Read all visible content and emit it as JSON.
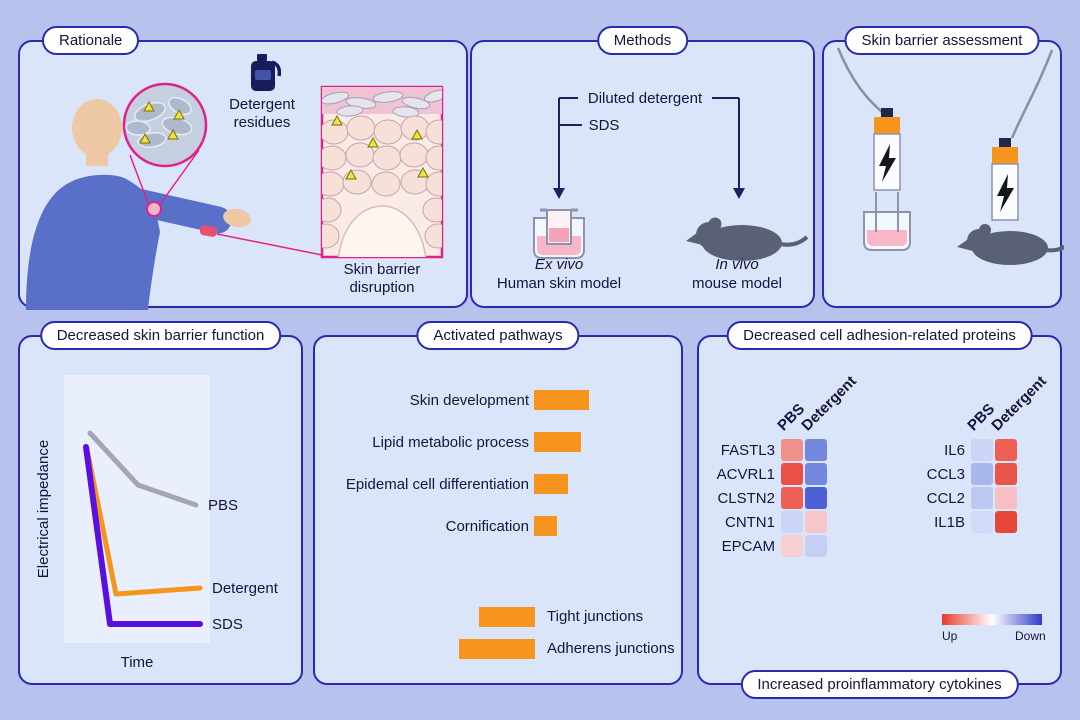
{
  "colors": {
    "background": "#b7c3ec",
    "panel_bg": "#dbe5fa",
    "panel_border": "#2a2aae",
    "accent_orange": "#f7941e",
    "accent_pink": "#e0218a",
    "line_pbs": "#a6a6b2",
    "line_detergent": "#f7941e",
    "line_sds": "#5a0ee0",
    "scale_red": "#e83a2e",
    "scale_blue": "#2f3bc8"
  },
  "icons": {
    "detergent_bottle": "bottle-silhouette",
    "mouse": "mouse-silhouette",
    "transwell_dish": "dish-with-pink-medium",
    "impedance_probe": "probe-with-lightning-bolt",
    "lightning_bolt": "bolt-glyph",
    "arrow_down": "triangle-arrowhead"
  },
  "rationale": {
    "title": "Rationale",
    "detergent_residues_line1": "Detergent",
    "detergent_residues_line2": "residues",
    "disruption_line1": "Skin barrier",
    "disruption_line2": "disruption"
  },
  "methods": {
    "title": "Methods",
    "diluted_detergent": "Diluted detergent",
    "sds": "SDS",
    "ex_vivo": "Ex vivo",
    "ex_vivo_model": "Human skin model",
    "in_vivo": "In vivo",
    "in_vivo_model": "mouse model"
  },
  "assessment": {
    "title": "Skin barrier assessment"
  },
  "impedance_chart": {
    "title": "Decreased skin barrier function",
    "ylabel": "Electrical impedance",
    "xlabel": "Time",
    "series": [
      {
        "name": "PBS",
        "color": "#a6a6b2",
        "width": 5,
        "points": [
          [
            70,
            96
          ],
          [
            118,
            148
          ],
          [
            176,
            168
          ]
        ]
      },
      {
        "name": "Detergent",
        "color": "#f7941e",
        "width": 5,
        "points": [
          [
            67,
            112
          ],
          [
            96,
            257
          ],
          [
            180,
            251
          ]
        ]
      },
      {
        "name": "SDS",
        "color": "#5a0ee0",
        "width": 6,
        "points": [
          [
            66,
            110
          ],
          [
            90,
            287
          ],
          [
            180,
            287
          ]
        ]
      }
    ]
  },
  "pathways": {
    "title": "Activated pathways",
    "bars": [
      {
        "label": "Skin development",
        "width": 55
      },
      {
        "label": "Lipid metabolic process",
        "width": 47
      },
      {
        "label": "Epidemal cell differentiation",
        "width": 34
      },
      {
        "label": "Cornification",
        "width": 23
      }
    ],
    "junctions": [
      {
        "label": "Tight junctions",
        "width": 56
      },
      {
        "label": "Adherens junctions",
        "width": 76
      }
    ]
  },
  "proteins": {
    "title": "Decreased cell adhesion-related proteins",
    "columns": [
      "PBS",
      "Detergent"
    ],
    "left_rows": [
      {
        "gene": "FASTL3",
        "cells": [
          "#f0908a",
          "#7387dc"
        ]
      },
      {
        "gene": "ACVRL1",
        "cells": [
          "#ec4f45",
          "#7387dc"
        ]
      },
      {
        "gene": "CLSTN2",
        "cells": [
          "#ee6055",
          "#4d60d4"
        ]
      },
      {
        "gene": "CNTN1",
        "cells": [
          "#ccd5f6",
          "#f6c6ca"
        ]
      },
      {
        "gene": "EPCAM",
        "cells": [
          "#f7cfd2",
          "#c5cff4"
        ]
      }
    ],
    "right_rows": [
      {
        "gene": "IL6",
        "cells": [
          "#ccd5f6",
          "#ee6055"
        ]
      },
      {
        "gene": "CCL3",
        "cells": [
          "#a9b8ec",
          "#e8554b"
        ]
      },
      {
        "gene": "CCL2",
        "cells": [
          "#bcc8f2",
          "#f6bfc3"
        ]
      },
      {
        "gene": "IL1B",
        "cells": [
          "#d2daf7",
          "#e8453b"
        ]
      }
    ],
    "scale_up": "Up",
    "scale_down": "Down",
    "bottom_label": "Increased proinflammatory cytokines"
  },
  "chart_data": [
    {
      "type": "line",
      "title": "Decreased skin barrier function",
      "xlabel": "Time",
      "ylabel": "Electrical impedance",
      "axes_quantified": false,
      "series": [
        {
          "name": "PBS",
          "trend": "starts high, gradual decline, stays highest"
        },
        {
          "name": "Detergent",
          "trend": "starts high, sharp early drop, low plateau above SDS"
        },
        {
          "name": "SDS",
          "trend": "starts high, sharp early drop, lowest flat plateau"
        }
      ]
    },
    {
      "type": "bar",
      "title": "Activated pathways",
      "categories": [
        "Skin development",
        "Lipid metabolic process",
        "Epidemal cell differentiation",
        "Cornification",
        "Tight junctions",
        "Adherens junctions"
      ],
      "values_relative": [
        55,
        47,
        34,
        23,
        56,
        76
      ],
      "bar_color": "#f7941e",
      "orientation": "horizontal"
    },
    {
      "type": "heatmap",
      "title": "Decreased cell adhesion-related proteins",
      "columns": [
        "PBS",
        "Detergent"
      ],
      "rows": [
        "FASTL3",
        "ACVRL1",
        "CLSTN2",
        "CNTN1",
        "EPCAM"
      ],
      "scale_labels": [
        "Up",
        "Down"
      ]
    },
    {
      "type": "heatmap",
      "title": "Increased proinflammatory cytokines",
      "columns": [
        "PBS",
        "Detergent"
      ],
      "rows": [
        "IL6",
        "CCL3",
        "CCL2",
        "IL1B"
      ],
      "scale_labels": [
        "Up",
        "Down"
      ]
    }
  ]
}
